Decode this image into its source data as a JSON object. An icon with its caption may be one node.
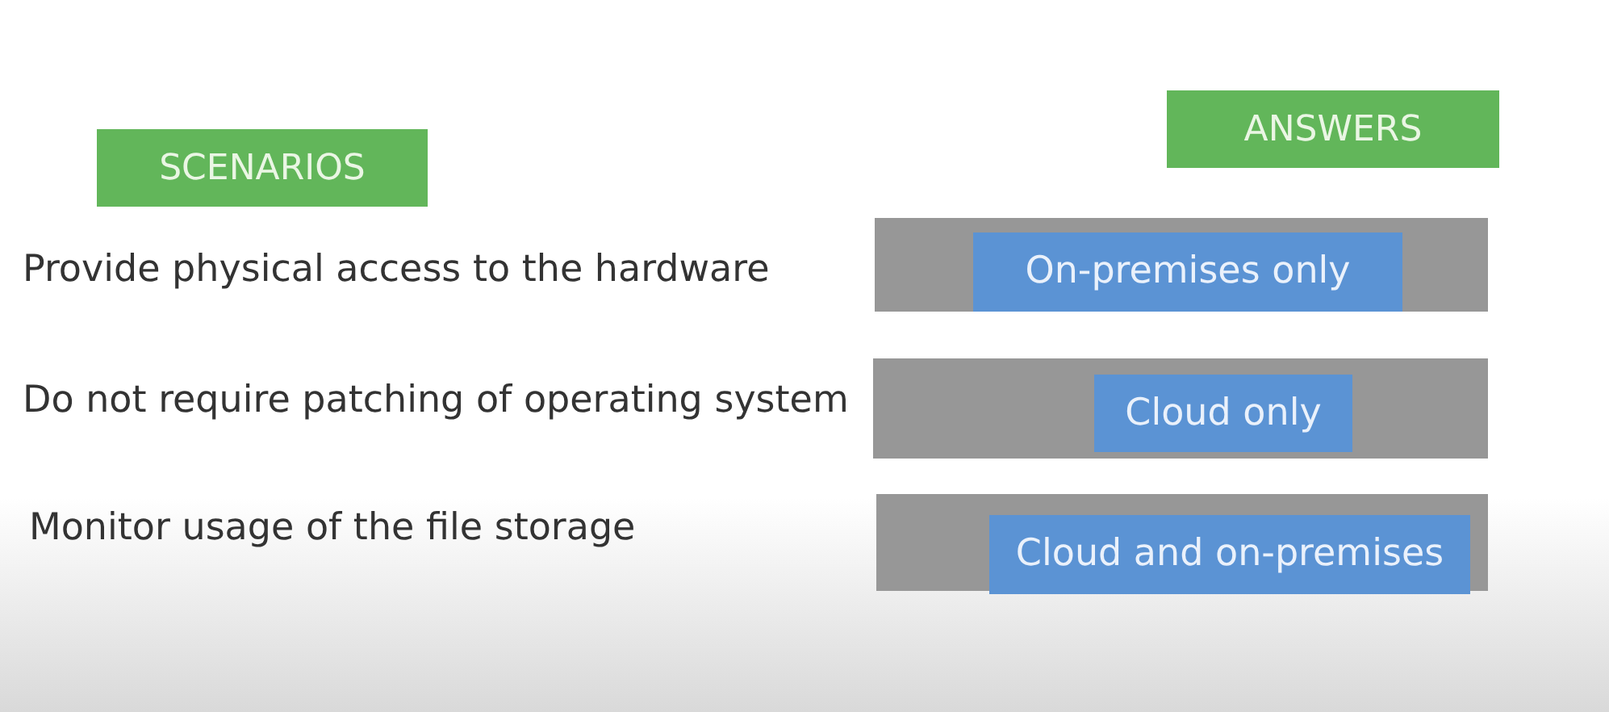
{
  "diagram": {
    "nodes": [
      {
        "text": [
          "SCENARIOS"
        ]
      },
      {
        "text": [
          "ANSWERS"
        ]
      },
      {
        "text": [],
        "shape": "box"
      },
      {
        "text": [
          "On-premises only"
        ],
        "in": 2
      },
      {
        "text": [],
        "shape": "box"
      },
      {
        "text": [
          "Cloud only"
        ],
        "in": 4
      },
      {
        "text": [],
        "shape": "box"
      },
      {
        "text": [
          "Cloud and on-premises"
        ],
        "in": 6
      }
    ],
    "labels": [
      "Provide physical access to the hardware",
      "Do not require patching of operating system",
      "Monitor usage of the file storage"
    ]
  }
}
